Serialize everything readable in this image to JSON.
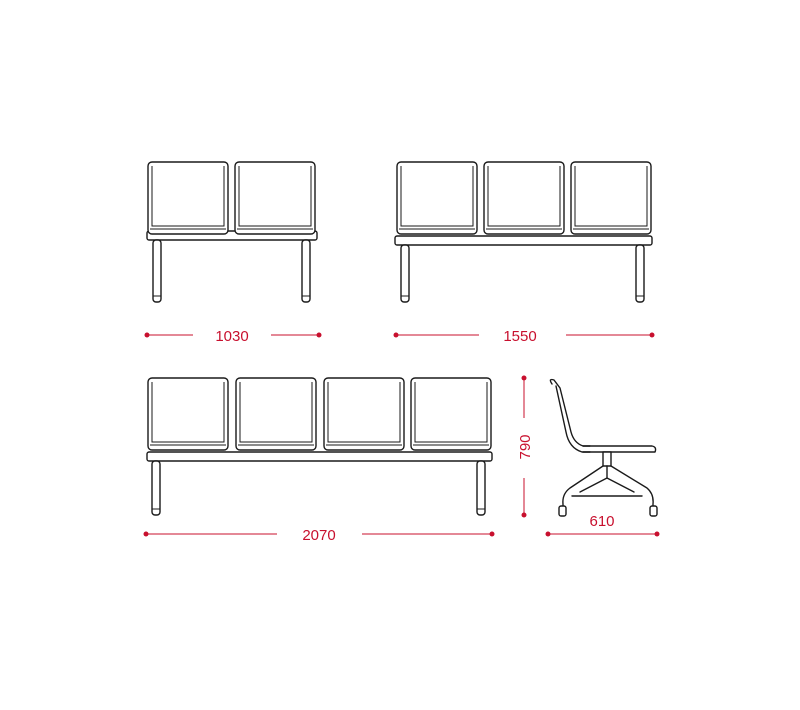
{
  "colors": {
    "dimension": "#c8102e",
    "outline": "#1a1a1a",
    "background": "#ffffff"
  },
  "dimensions": {
    "two_seat_width": "1030",
    "three_seat_width": "1550",
    "four_seat_width": "2070",
    "height": "790",
    "depth": "610"
  }
}
